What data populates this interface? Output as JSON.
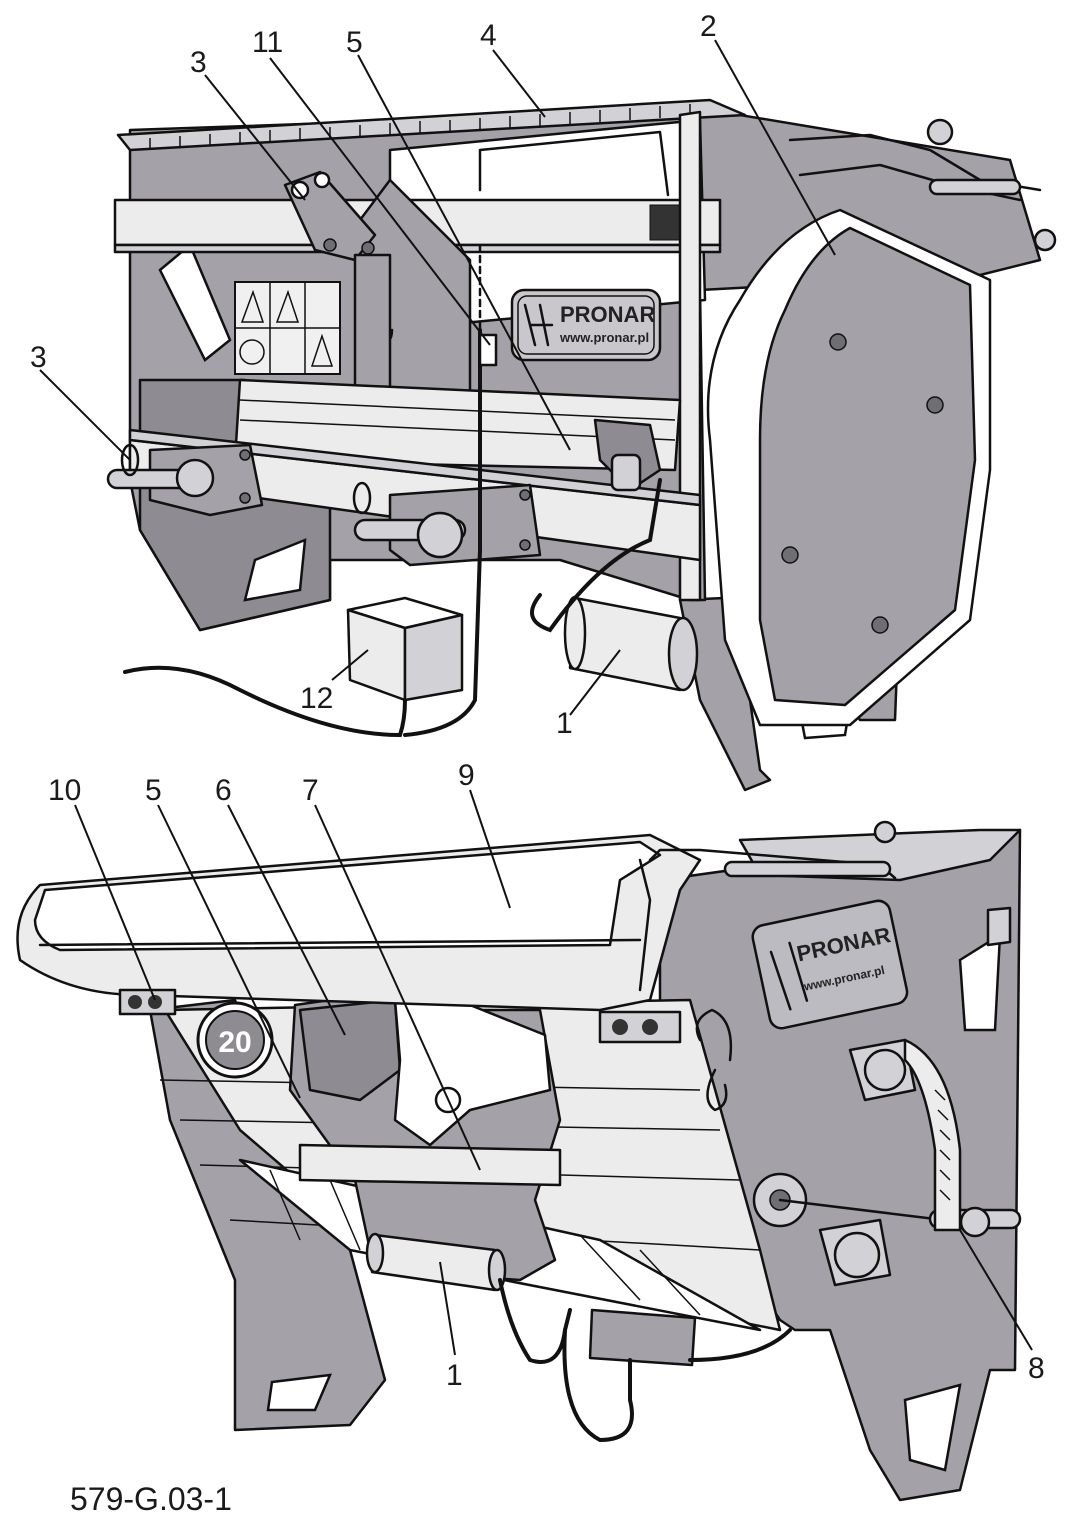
{
  "figure": {
    "code": "579-G.03-1",
    "callouts": [
      "1",
      "2",
      "3",
      "4",
      "5",
      "6",
      "7",
      "8",
      "9",
      "10",
      "11",
      "12"
    ]
  },
  "branding": {
    "name": "PRONAR",
    "url": "www.pronar.pl",
    "speed_sign": "20"
  },
  "colors": {
    "plate": "#a4a1a8",
    "line": "#111111",
    "background": "#ffffff"
  }
}
